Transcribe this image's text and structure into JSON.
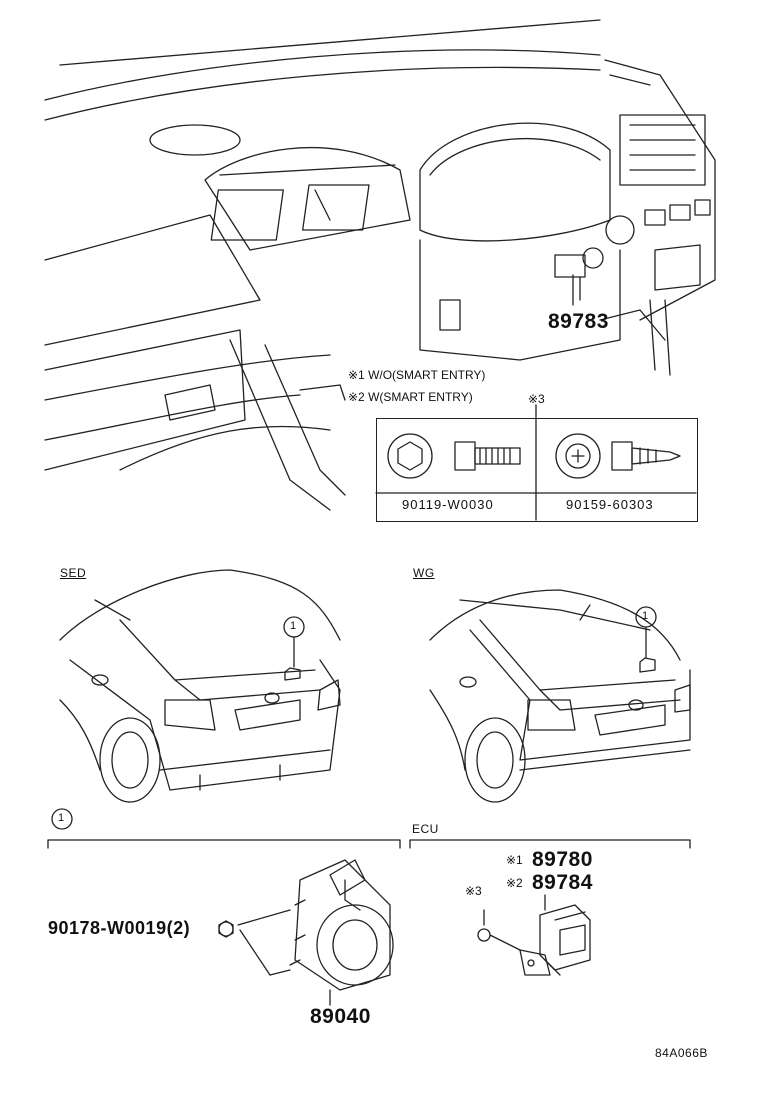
{
  "notes": {
    "n1": "※1 W/O(SMART ENTRY)",
    "n2": "※2 W(SMART ENTRY)",
    "n3": "※3",
    "ecu_n3": "※3",
    "ecu_p1_mark": "※1",
    "ecu_p2_mark": "※2"
  },
  "parts": {
    "p_89783": "89783",
    "p_90119": "90119-W0030",
    "p_90159": "90159-60303",
    "p_90178": "90178-W0019(2)",
    "p_89040": "89040",
    "p_89780": "89780",
    "p_89784": "89784"
  },
  "sections": {
    "sed": "SED",
    "wg": "WG",
    "circle1": "1",
    "ecu": "ECU"
  },
  "callouts": {
    "sed_circle": "1",
    "wg_circle": "1"
  },
  "footer": {
    "code": "84A066B"
  }
}
